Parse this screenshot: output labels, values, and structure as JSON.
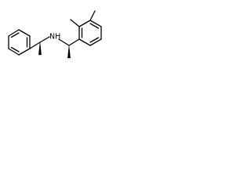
{
  "structure": {
    "atom_labels": {
      "amine_nitrogen": "NH"
    },
    "stereo_bonds": [
      "wedge",
      "wedge"
    ],
    "colors": {
      "bond": "#000000",
      "background": "#ffffff",
      "label": "#000000"
    }
  }
}
